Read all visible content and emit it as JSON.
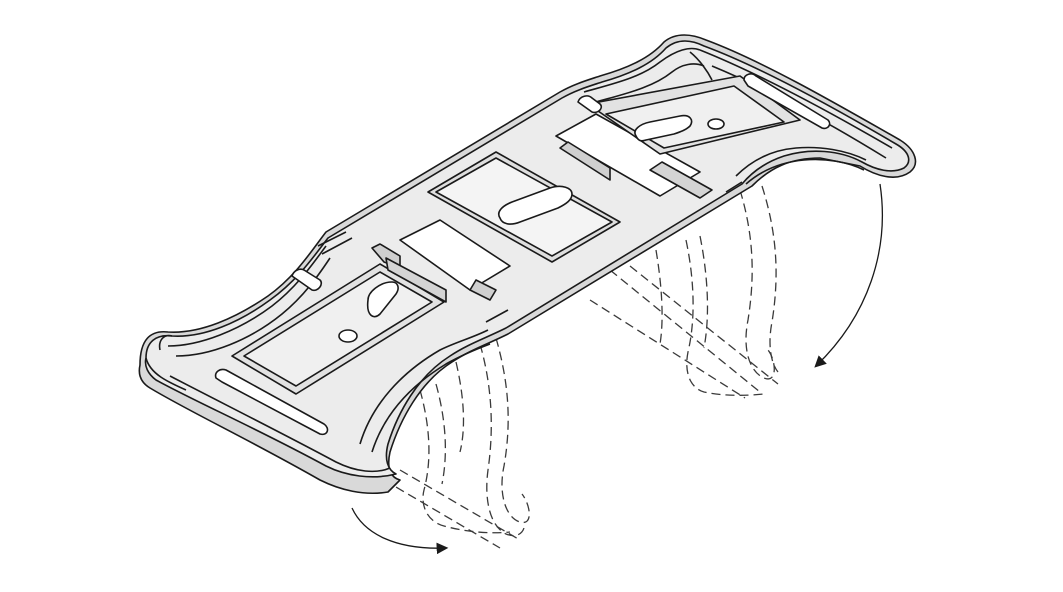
{
  "diagram": {
    "colors": {
      "background": "#ffffff",
      "stroke": "#1a1a1a",
      "fill": "#e8e8e8",
      "fill_light": "#f2f2f2",
      "dashed": "#3a3a3a"
    },
    "elements": [
      "mounting-bracket",
      "left-folding-tab",
      "right-folding-tab",
      "center-slot",
      "fold-arrow-left",
      "fold-arrow-right"
    ]
  }
}
